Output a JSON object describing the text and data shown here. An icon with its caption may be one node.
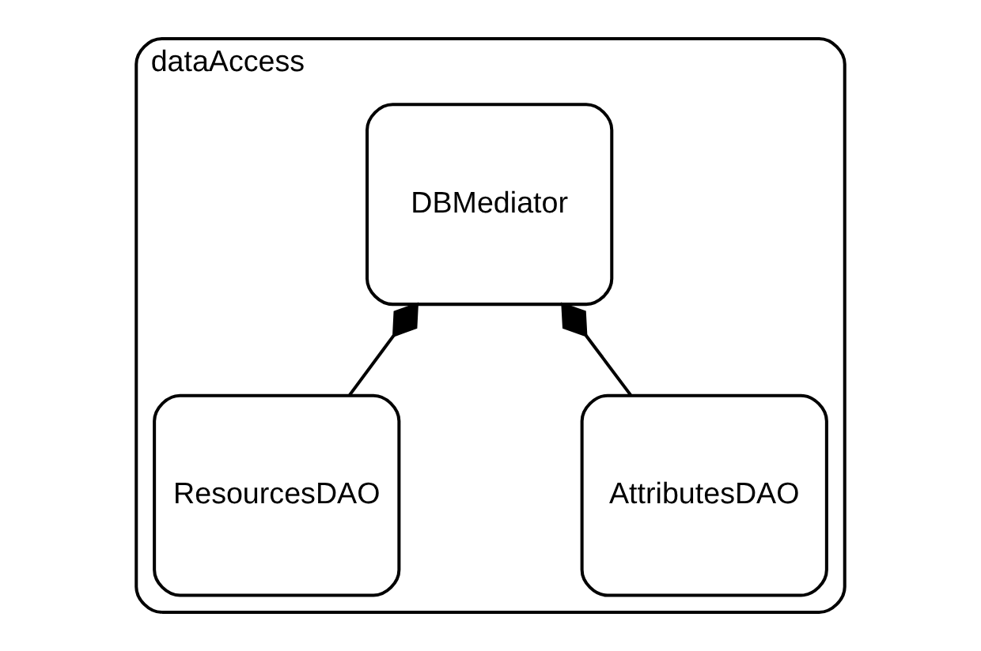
{
  "diagram": {
    "nodes": [
      {
        "text": [
          "dataAccess"
        ]
      },
      {
        "text": [
          "DBMediator"
        ],
        "in": 0
      },
      {
        "text": [
          "ResourcesDAO"
        ],
        "in": 0
      },
      {
        "text": [
          "AttributesDAO"
        ],
        "in": 0
      }
    ],
    "edges": [
      {
        "from": 1,
        "to": 2,
        "arrow": "other"
      },
      {
        "from": 1,
        "to": 3,
        "arrow": "other"
      }
    ]
  }
}
